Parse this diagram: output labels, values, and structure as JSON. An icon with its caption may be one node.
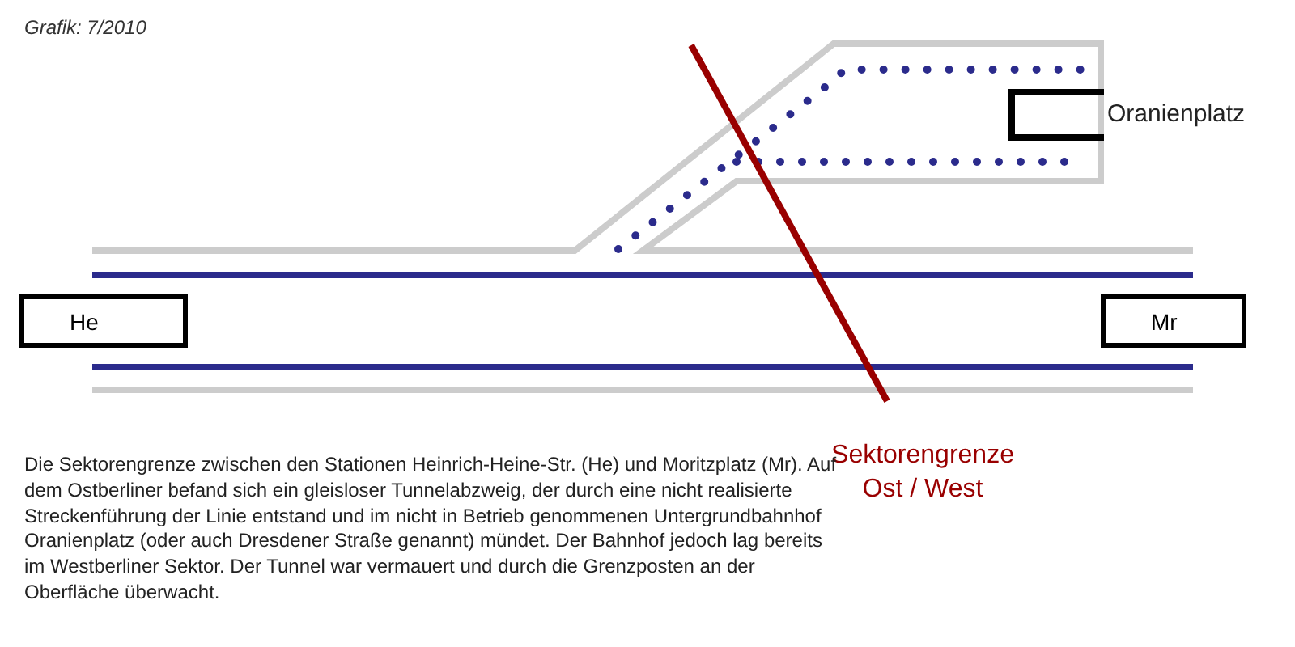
{
  "diagram": {
    "title": "Grafik: 7/2010",
    "nodes": [
      {
        "text": [
          "He"
        ]
      },
      {
        "text": [
          "Mr"
        ]
      },
      {
        "text": [
          "Oranienplatz"
        ]
      }
    ],
    "labels": [
      "Sektorengrenze Ost / West",
      "Die Sektorengrenze zwischen den Stationen Heinrich-Heine-Str. (He) und Moritzplatz (Mr). Auf dem Ostberliner befand sich ein gleisloser Tunnelabzweig, der durch eine nicht realisierte Streckenführung der Linie entstand und im nicht in Betrieb genommenen Untergrundbahnhof Oranienplatz (oder auch Dresdener Straße genannt) mündet. Der Bahnhof jedoch lag bereits im Westberliner Sektor. Der Tunnel war vermauert und durch die Grenzposten an der Oberfläche überwacht."
    ]
  }
}
